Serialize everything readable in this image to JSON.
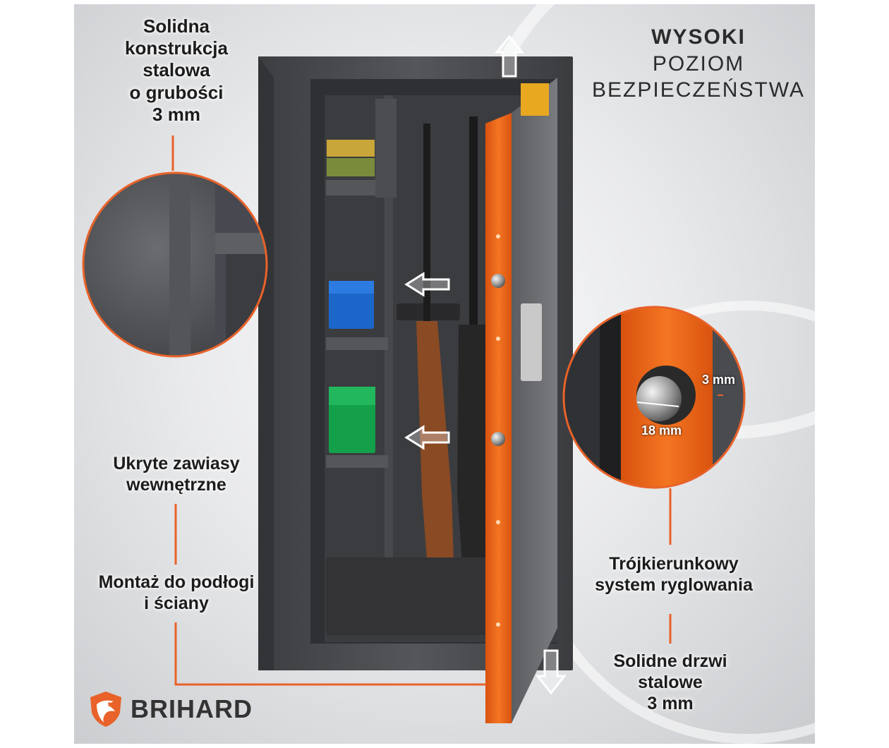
{
  "features": {
    "steel_construction": [
      "Solidna",
      "konstrukcja",
      "stalowa",
      "o grubości",
      "3 mm"
    ],
    "hidden_hinges": [
      "Ukryte zawiasy",
      "wewnętrzne"
    ],
    "mounting": [
      "Montaż do podłogi",
      "i ściany"
    ],
    "locking_system": [
      "Trójkierunkowy",
      "system ryglowania"
    ],
    "solid_door": [
      "Solidne drzwi",
      "stalowe",
      "3 mm"
    ]
  },
  "headline": {
    "line1": "WYSOKI",
    "line2": "POZIOM",
    "line3": "BEZPIECZEŃSTWA"
  },
  "bolt_dimensions": {
    "thickness": "3 mm",
    "diameter": "18 mm"
  },
  "brand": {
    "name": "BRIHARD",
    "logo_icon": "eagle-shield-icon",
    "color": "#e8622a"
  },
  "colors": {
    "accent_orange": "#e8622a",
    "cabinet_dark": "#4a4b4e",
    "door_orange": "#f06a1e"
  }
}
